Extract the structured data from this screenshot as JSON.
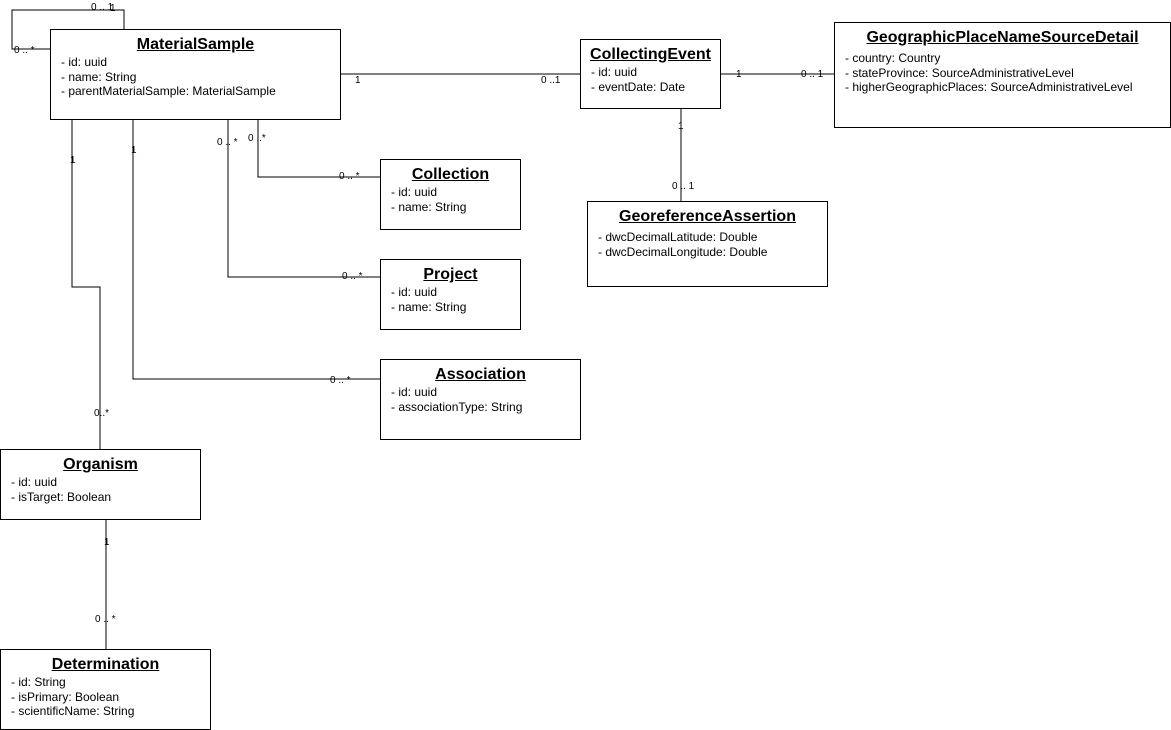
{
  "classes": {
    "material_sample": {
      "name": "MaterialSample",
      "attributes": [
        "- id: uuid",
        "- name: String",
        "- parentMaterialSample: MaterialSample"
      ]
    },
    "collecting_event": {
      "name": "CollectingEvent",
      "attributes": [
        "- id: uuid",
        "- eventDate: Date"
      ]
    },
    "geographic_place": {
      "name": "GeographicPlaceNameSourceDetail",
      "attributes": [
        "- country: Country",
        "- stateProvince: SourceAdministrativeLevel",
        "- higherGeographicPlaces: SourceAdministrativeLevel"
      ]
    },
    "georeference_assertion": {
      "name": "GeoreferenceAssertion",
      "attributes": [
        "- dwcDecimalLatitude: Double",
        "- dwcDecimalLongitude: Double"
      ]
    },
    "collection": {
      "name": "Collection",
      "attributes": [
        "- id: uuid",
        "- name: String"
      ]
    },
    "project": {
      "name": "Project",
      "attributes": [
        "- id: uuid",
        "- name: String"
      ]
    },
    "association": {
      "name": "Association",
      "attributes": [
        "- id: uuid",
        "- associationType: String"
      ]
    },
    "organism": {
      "name": "Organism",
      "attributes": [
        "- id: uuid",
        "- isTarget: Boolean"
      ]
    },
    "determination": {
      "name": "Determination",
      "attributes": [
        "- id: String",
        "- isPrimary: Boolean",
        "- scientificName: String"
      ]
    }
  },
  "multiplicities": {
    "self_top_many": "0 .. 1",
    "self_top_one": "1",
    "self_left": "0 .. *",
    "ms_ce_src": "1",
    "ms_ce_dst": "0 ..1",
    "ce_geo_src": "1",
    "ce_geo_dst": "0 .. 1",
    "ce_ga_src": "1",
    "ce_ga_dst": "0 .. 1",
    "ms_col_src": "0 ..*",
    "ms_col_dst": "0 .. *",
    "ms_proj_src": "0 .. *",
    "ms_proj_dst": "0 .. *",
    "ms_assoc_src": "1",
    "ms_assoc_dst": "0 .. *",
    "ms_org_src": "1",
    "ms_org_dst": "0..*",
    "org_det_src": "1",
    "org_det_dst": "0 .. *"
  }
}
